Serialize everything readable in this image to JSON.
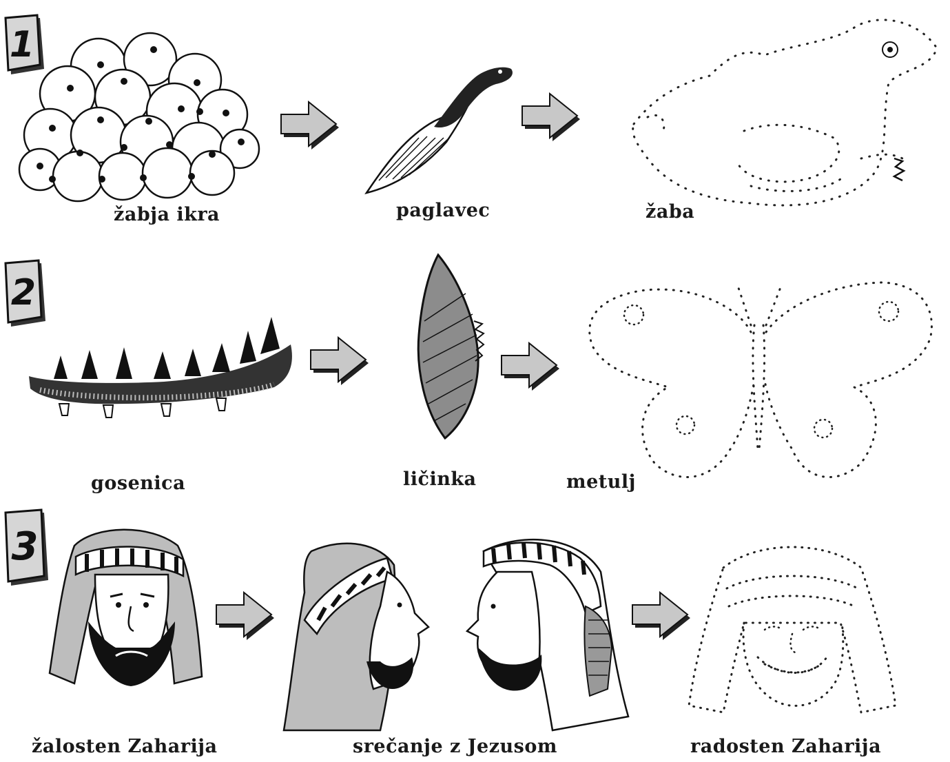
{
  "rows": [
    {
      "number": "1",
      "labels": [
        "žabja ikra",
        "paglavec",
        "žaba"
      ]
    },
    {
      "number": "2",
      "labels": [
        "gosenica",
        "ličinka",
        "metulj"
      ]
    },
    {
      "number": "3",
      "labels": [
        "žalosten Zaharija",
        "srečanje z Jezusom",
        "radosten Zaharija"
      ]
    }
  ],
  "icons": {
    "arrow": "right-arrow-icon",
    "badge": "number-badge"
  },
  "colors": {
    "ink": "#1a1a1a",
    "gray_fill": "#b8b8b8",
    "light_gray": "#d9d9d9"
  }
}
